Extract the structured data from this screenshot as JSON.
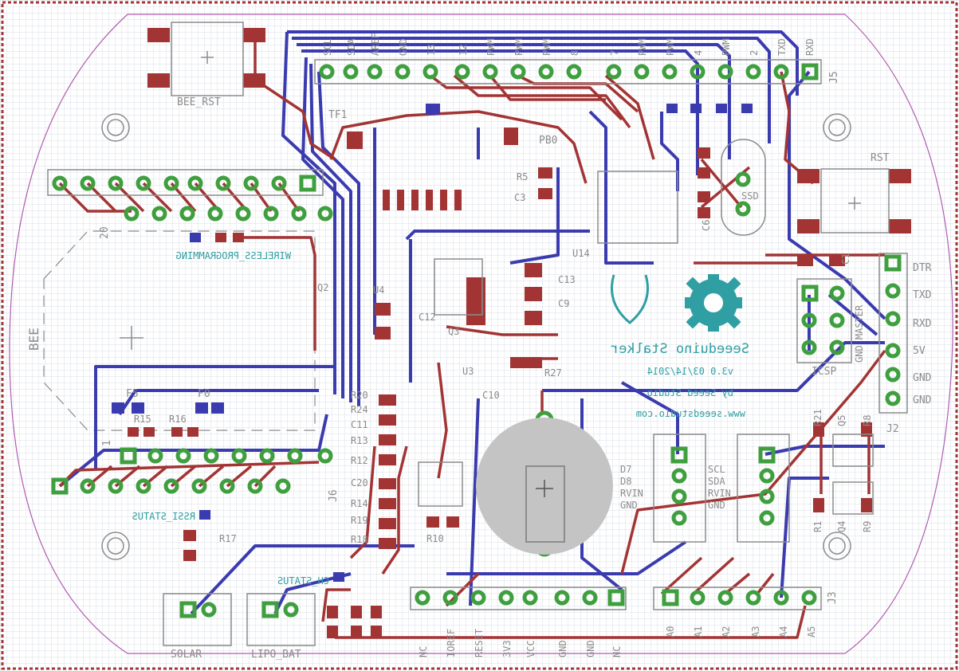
{
  "colors": {
    "background": "#ffffff",
    "grid": "#d9dde6",
    "top_copper": "#a33434",
    "bottom_copper": "#3b3bb0",
    "pad": "#3f9f3f",
    "silkscreen": "#8c8c8c",
    "teal_label": "#2f9fa3",
    "outline": "#b05cb0"
  },
  "labels": {
    "bee_rst": "BEE_RST",
    "rst": "RST",
    "bee": "BEE",
    "wireless_programming": "WIRELESS_PROGRAMMING",
    "rssi_status": "RSSI_STATUS",
    "ch_status": "CH_STATUS",
    "solar": "SOLAR",
    "lipo_bat": "LIPO_BAT",
    "logo_name": "Seeeduino Stalker",
    "logo_version": "v3.0 03/14/2014",
    "logo_by": "by Seeed Studio",
    "logo_url": "www.seeedstudio.com",
    "icsp": "ICSP",
    "gnd_master": "GND MASTER",
    "tf1": "TF1",
    "f5": "F5",
    "f0": "F0",
    "pb0": "PB0",
    "j5": "J5",
    "j6": "J6",
    "j3": "J3",
    "j2": "J2",
    "twenty": "20",
    "one": "1",
    "ssd": "SSD"
  },
  "headers": {
    "top_pins": [
      "RXD",
      "TXD",
      "2",
      "PWM",
      "4",
      "PWM",
      "PWM",
      "7",
      "8",
      "PWM",
      "PWM",
      "PWM",
      "12",
      "13",
      "GND",
      "AREF",
      "SDA",
      "SCL"
    ],
    "power": [
      "NC",
      "IOREF",
      "RESET",
      "3V3",
      "VCC",
      "GND",
      "GND",
      "NC"
    ],
    "analog": [
      "A0",
      "A1",
      "A2",
      "A3",
      "A4",
      "A5"
    ],
    "serial": [
      "DTR",
      "TXD",
      "RXD",
      "5V",
      "GND",
      "GND"
    ],
    "i2c_a": [
      "D7",
      "D8",
      "RVIN",
      "GND"
    ],
    "i2c_b": [
      "SCL",
      "SDA",
      "RVIN",
      "GND"
    ]
  },
  "components": {
    "left": [
      "R15",
      "R16",
      "R17",
      "R20",
      "R24",
      "C11",
      "R13",
      "R12",
      "C20",
      "R14",
      "R19",
      "R18",
      "U4",
      "Q2",
      "C12",
      "Q3",
      "U3"
    ],
    "center": [
      "R5",
      "C3",
      "C13",
      "U14",
      "C9",
      "R10",
      "R27",
      "C10"
    ],
    "right": [
      "C1",
      "R21",
      "R8",
      "Q5",
      "R1",
      "Q4",
      "R9",
      "C6"
    ]
  }
}
